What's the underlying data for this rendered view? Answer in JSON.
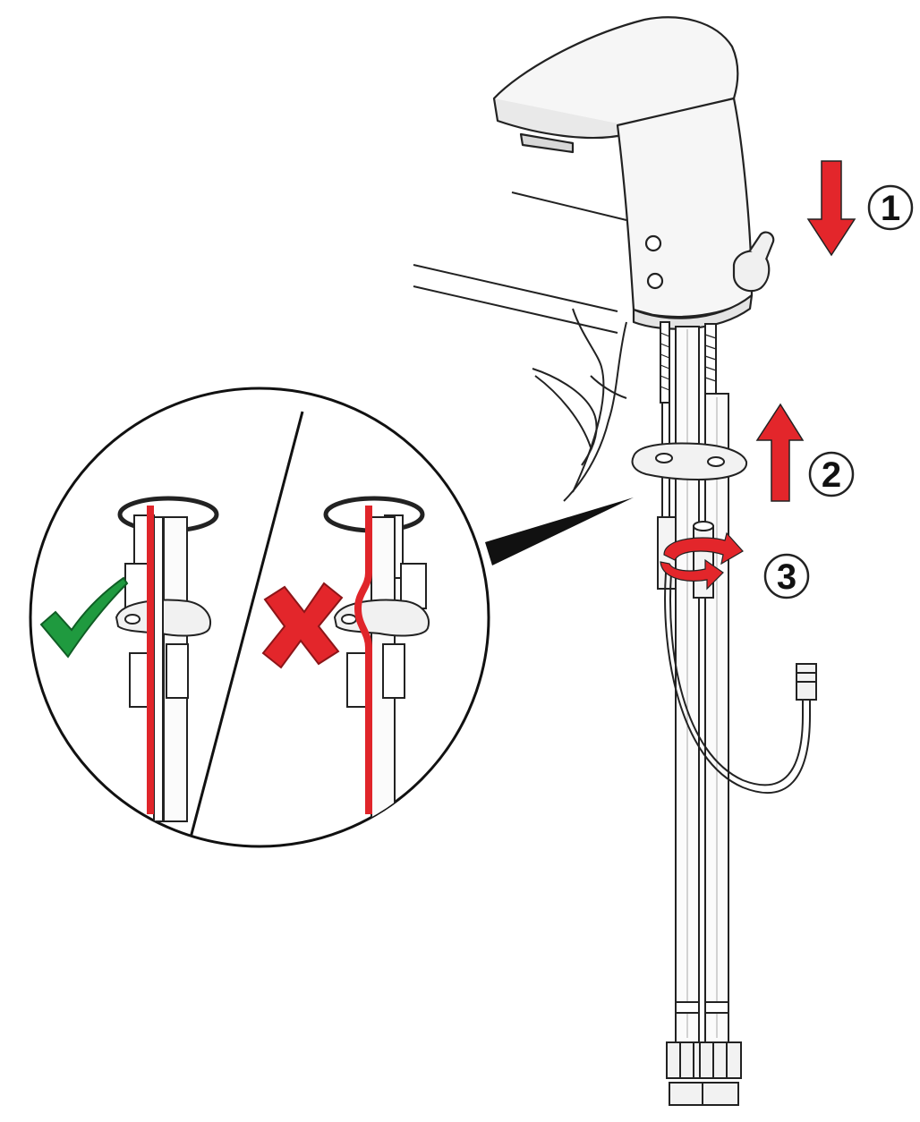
{
  "steps": [
    {
      "label": "1",
      "action": "push-down"
    },
    {
      "label": "2",
      "action": "push-up"
    },
    {
      "label": "3",
      "action": "rotate"
    }
  ],
  "detail": {
    "correct": {
      "icon": "check-mark-icon"
    },
    "incorrect": {
      "icon": "cross-mark-icon"
    }
  },
  "colors": {
    "arrow_red": "#e3262b",
    "correct_green": "#1f9a3f",
    "incorrect_red": "#e3262b",
    "line": "#222222",
    "fill_light": "#f4f4f4",
    "hose_red": "#e0252a"
  }
}
